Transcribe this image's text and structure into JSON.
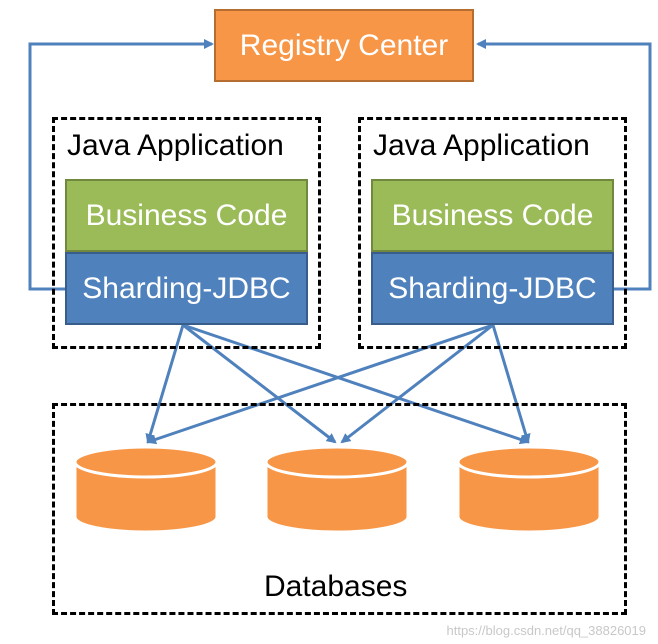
{
  "registry": {
    "label": "Registry Center"
  },
  "apps": [
    {
      "title": "Java Application",
      "business_label": "Business Code",
      "sharding_label": "Sharding-JDBC"
    },
    {
      "title": "Java Application",
      "business_label": "Business Code",
      "sharding_label": "Sharding-JDBC"
    }
  ],
  "databases": {
    "label": "Databases",
    "count": 3
  },
  "watermark": "https://blog.csdn.net/qq_38826019",
  "colors": {
    "registry": "#f79646",
    "business": "#9bbb59",
    "sharding": "#4f81bd",
    "arrow": "#4f81bd",
    "database": "#f79646"
  }
}
